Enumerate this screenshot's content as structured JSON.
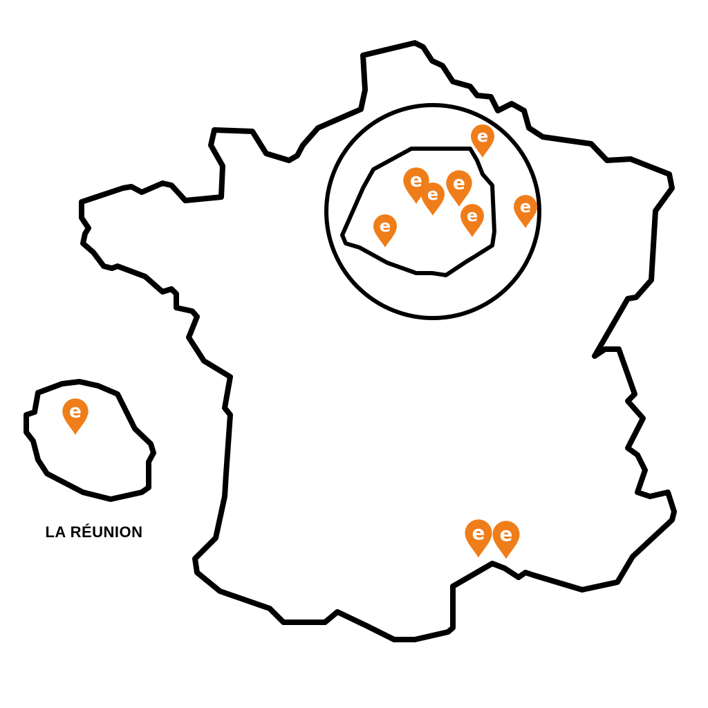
{
  "map": {
    "regions": [
      {
        "name": "france-mainland"
      },
      {
        "name": "paris-area"
      },
      {
        "name": "la-reunion",
        "label": "LA RÉUNION"
      }
    ],
    "marker": {
      "letter": "e",
      "color": "#ef7d1a",
      "icon": "location-pin-icon"
    },
    "marker_count": 10,
    "colors": {
      "outline": "#000000",
      "land_fill": "#ffffff",
      "background": "#ffffff"
    }
  }
}
